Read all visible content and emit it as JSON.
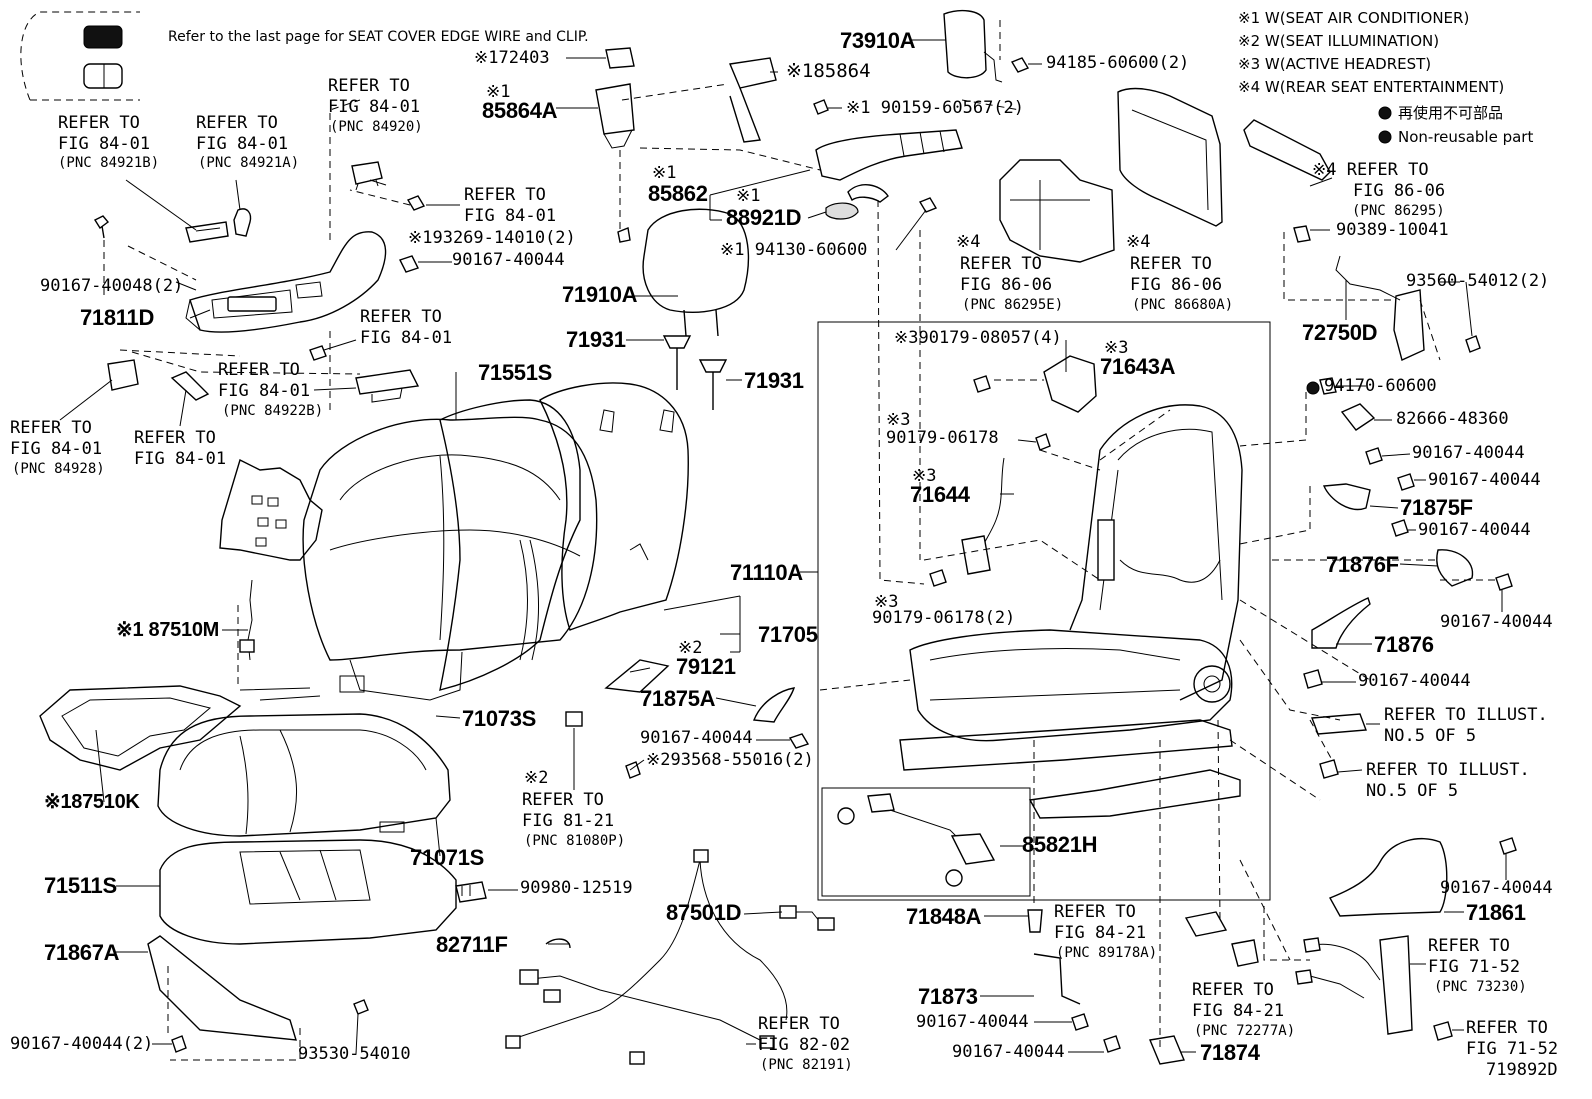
{
  "header": {
    "note": "Refer to the last page for SEAT COVER EDGE WIRE and CLIP."
  },
  "legend": {
    "l1": "※1  W(SEAT AIR CONDITIONER)",
    "l2": "※2  W(SEAT ILLUMINATION)",
    "l3": "※3  W(ACTIVE HEADREST)",
    "l4": "※4  W(REAR SEAT ENTERTAINMENT)",
    "l5": "再使用不可部品",
    "l6": "Non-reusable part"
  },
  "parts": {
    "p72403": "※172403",
    "p85864": "※185864",
    "p85864A_mark": "※1",
    "p85864A": "85864A",
    "p73910A": "73910A",
    "p94185": "94185-60600(2)",
    "p90159": "※1 90159-60567(2)",
    "p85862_mark": "※1",
    "p85862": "85862",
    "p88921D_mark": "※1",
    "p88921D": "88921D",
    "p94130": "※1 94130-60600",
    "p90167_40048": "90167-40048(2)",
    "p193269": "※193269-14010(2)",
    "p90167_40044_a": "90167-40044",
    "p71811D": "71811D",
    "p71910A": "71910A",
    "p71931a": "71931",
    "p71931b": "71931",
    "p71551S": "71551S",
    "p90379_mark": "※3",
    "p90179_08057": "※390179-08057(4)",
    "p71643A_mark": "※3",
    "p71643A": "71643A",
    "p90179_06178_mark": "※3",
    "p90179_06178": "90179-06178",
    "p71644_mark": "※3",
    "p71644": "71644",
    "p90179_06178b_mark": "※3",
    "p90179_06178b": "90179-06178(2)",
    "p71110A": "71110A",
    "p87510M": "※1 87510M",
    "p71705": "71705",
    "p79121_mark": "※2",
    "p79121": "79121",
    "p71875A": "71875A",
    "p71073S": "71073S",
    "p90167_40044_b": "90167-40044",
    "p293568": "※293568-55016(2)",
    "p187510K": "※187510K",
    "p71071S": "71071S",
    "p71511S": "71511S",
    "p90980": "90980-12519",
    "p87501D": "87501D",
    "p82711F": "82711F",
    "p71867A": "71867A",
    "p90167_40044_2": "90167-40044(2)",
    "p93530": "93530-54010",
    "p85821H": "85821H",
    "p71848A": "71848A",
    "p71873": "71873",
    "p90167_40044_c": "90167-40044",
    "p90167_40044_d": "90167-40044",
    "p71874": "71874",
    "p90389": "90389-10041",
    "p93560": "93560-54012(2)",
    "p72750D": "72750D",
    "p94170": "94170-60600",
    "p82666": "82666-48360",
    "p90167_r1": "90167-40044",
    "p90167_r2": "90167-40044",
    "p71875F": "71875F",
    "p90167_r3": "90167-40044",
    "p71876F": "71876F",
    "p90167_r4": "90167-40044",
    "p71876": "71876",
    "p90167_r5": "90167-40044",
    "p90167_r6": "90167-40044",
    "p71861": "71861",
    "diagram_id": "719892D"
  },
  "refs": {
    "r1": "REFER TO\nFIG 84-01",
    "r1_pnc": "(PNC 84921B)",
    "r2": "REFER TO\nFIG 84-01",
    "r2_pnc": "(PNC 84921A)",
    "r3": "REFER TO\nFIG 84-01",
    "r3_pnc": "(PNC 84920)",
    "r4": "REFER TO\nFIG 84-01",
    "r5": "REFER TO\nFIG 84-01",
    "r6": "REFER TO\nFIG 84-01",
    "r6_pnc": "(PNC 84922B)",
    "r7": "REFER TO\nFIG 84-01",
    "r7_pnc": "(PNC 84928)",
    "r8": "REFER TO\nFIG 84-01",
    "r9_mark": "※4",
    "r9": "REFER TO\nFIG 86-06",
    "r9_pnc": "(PNC 86295E)",
    "r10_mark": "※4",
    "r10": "REFER TO\nFIG 86-06",
    "r10_pnc": "(PNC 86680A)",
    "r11": "※4 REFER TO\n    FIG 86-06",
    "r11_pnc": "(PNC 86295)",
    "r12_mark": "※2",
    "r12": "REFER TO\nFIG 81-21",
    "r12_pnc": "(PNC 81080P)",
    "r13": "REFER TO\nFIG 82-02",
    "r13_pnc": "(PNC 82191)",
    "r14": "REFER TO\nFIG 84-21",
    "r14_pnc": "(PNC 89178A)",
    "r15": "REFER TO\nFIG 84-21",
    "r15_pnc": "(PNC 72277A)",
    "r16": "REFER TO ILLUST.\nNO.5 OF 5",
    "r17": "REFER TO ILLUST.\nNO.5 OF 5",
    "r18": "REFER TO\nFIG 71-52",
    "r18_pnc": "(PNC 73230)",
    "r19": "REFER TO\nFIG 71-52"
  }
}
